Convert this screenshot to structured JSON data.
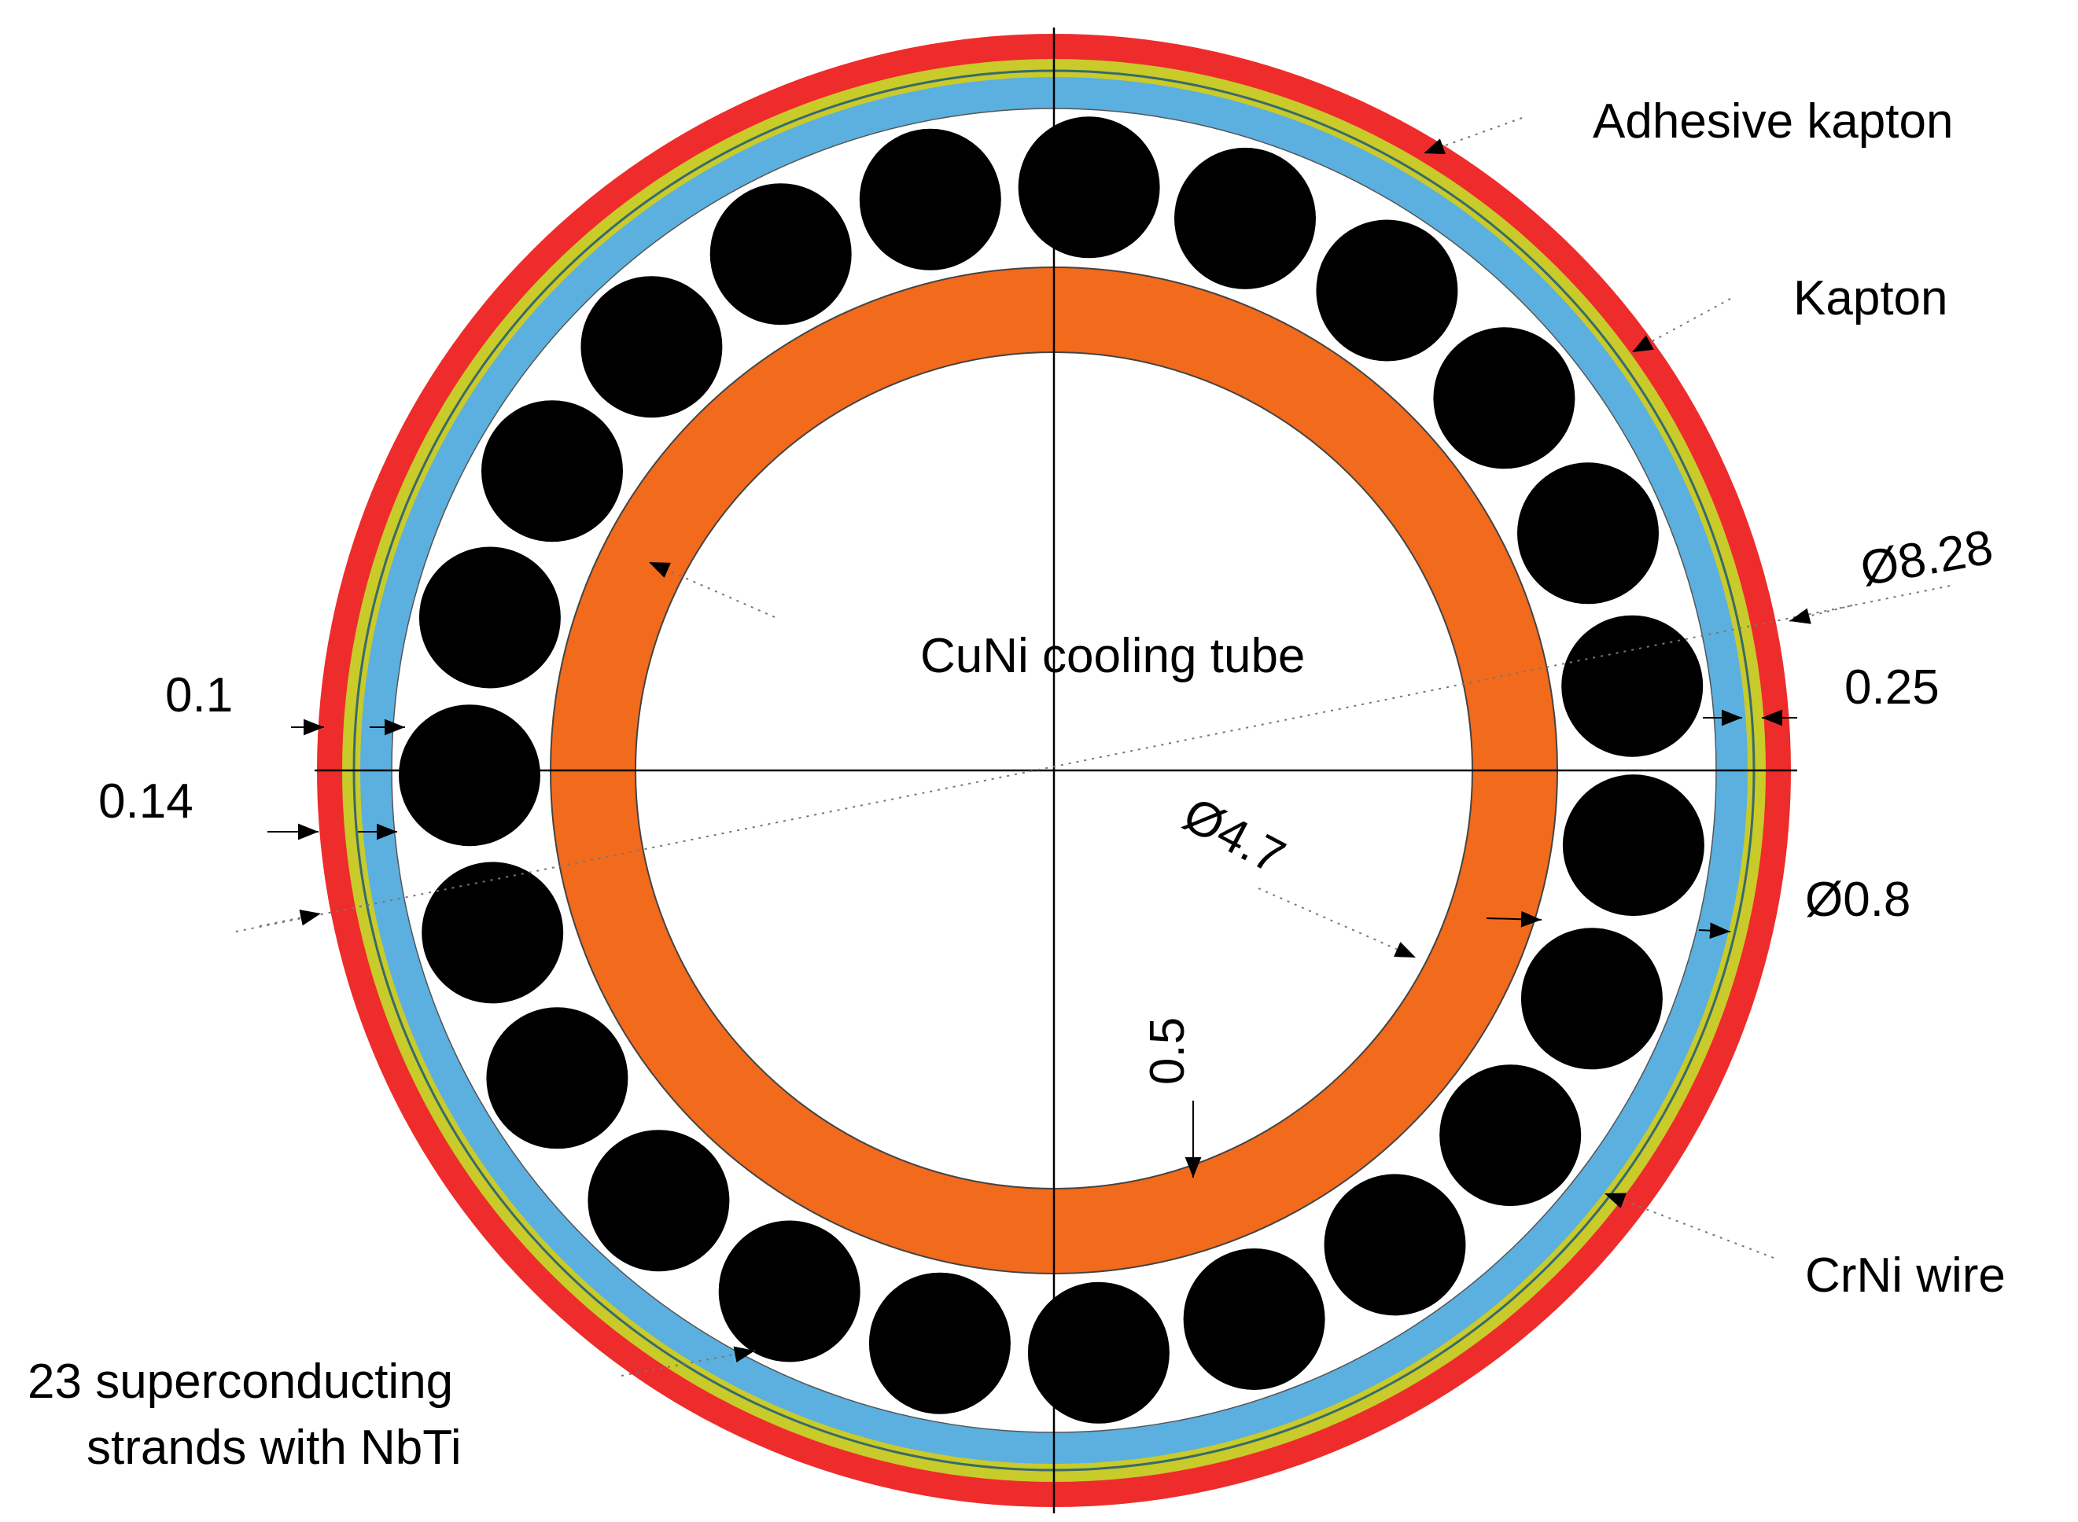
{
  "labels": {
    "adhesive_kapton": "Adhesive kapton",
    "kapton": "Kapton",
    "cuni_cooling_tube": "CuNi cooling tube",
    "crni_wire": "CrNi wire",
    "strands_line1": "23 superconducting",
    "strands_line2": "strands with NbTi"
  },
  "dimensions": {
    "d_outer": "Ø8.28",
    "t_025": "0.25",
    "d_wire": "Ø0.8",
    "d_tube": "Ø4.7",
    "t_05": "0.5",
    "t_01": "0.1",
    "t_014": "0.14"
  },
  "strand_count": 23,
  "colors": {
    "adhesive_kapton": "#ee2c2c",
    "kapton_layer": "#c8cb2a",
    "insulation_band": "#5bb0e0",
    "cooling_tube": "#f26a1b",
    "strand": "#000000"
  }
}
